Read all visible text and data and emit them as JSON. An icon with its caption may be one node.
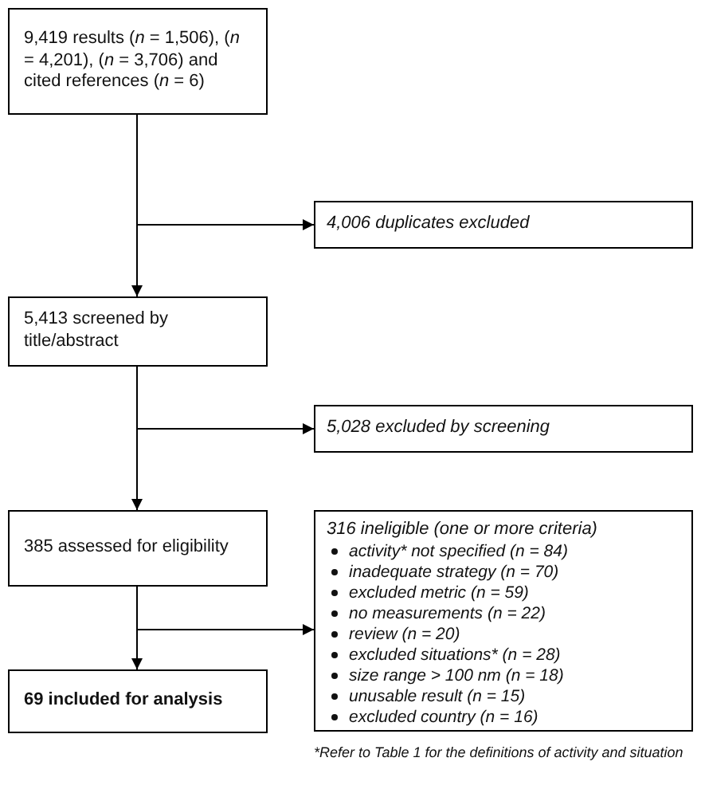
{
  "diagram": {
    "nodes": [
      {
        "text": [
          "9,419 results (*n* = 1,506), (*n* = 4,201), (*n* = 3,706) and cited references (*n* = 6)"
        ]
      },
      {
        "text": [
          "4,006 duplicates excluded"
        ]
      },
      {
        "text": [
          "5,413 screened by title/abstract"
        ]
      },
      {
        "text": [
          "5,028 excluded by screening"
        ]
      },
      {
        "text": [
          "385 assessed for eligibility"
        ]
      },
      {
        "text": [
          "316 ineligible (one or more criteria)",
          "activity* not specified (n = 84)",
          "inadequate strategy (n = 70)",
          "excluded metric (n = 59)",
          "no measurements (n = 22)",
          "review (n = 20)",
          "excluded situations* (n = 28)",
          "size range > 100 nm (n = 18)",
          "unusable result (n = 15)",
          "excluded country (n = 16)"
        ]
      },
      {
        "text": [
          "69 included for analysis"
        ]
      }
    ],
    "edges": [
      {
        "from": 0,
        "to": 2,
        "arrow": "to"
      },
      {
        "from": 0,
        "to": 1,
        "arrow": "to"
      },
      {
        "from": 2,
        "to": 4,
        "arrow": "to"
      },
      {
        "from": 2,
        "to": 3,
        "arrow": "to"
      },
      {
        "from": 4,
        "to": 6,
        "arrow": "to"
      },
      {
        "from": 4,
        "to": 5,
        "arrow": "to"
      }
    ],
    "labels": [
      "*Refer to Table 1 for the definitions of activity and situation"
    ]
  }
}
